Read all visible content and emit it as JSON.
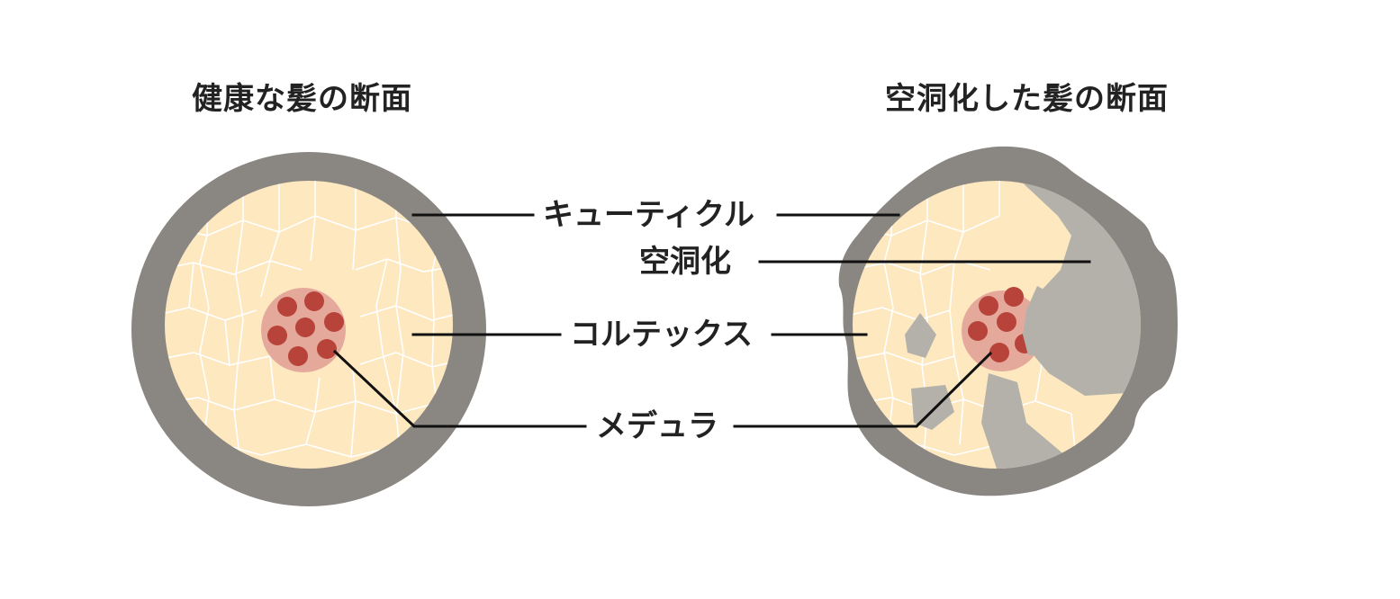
{
  "titles": {
    "healthy": "健康な髪の断面",
    "hollowed": "空洞化した髪の断面"
  },
  "labels": {
    "cuticle": "キューティクル",
    "hollow": "空洞化",
    "cortex": "コルテックス",
    "medulla": "メデュラ"
  },
  "colors": {
    "cuticle": "#8a8681",
    "cortex": "#fde8c0",
    "cell_line": "#ffffff",
    "medulla_ring": "#e5a99c",
    "medulla_dot": "#b8433a",
    "hollow": "#b3b1a9",
    "leader_line": "#111111"
  }
}
